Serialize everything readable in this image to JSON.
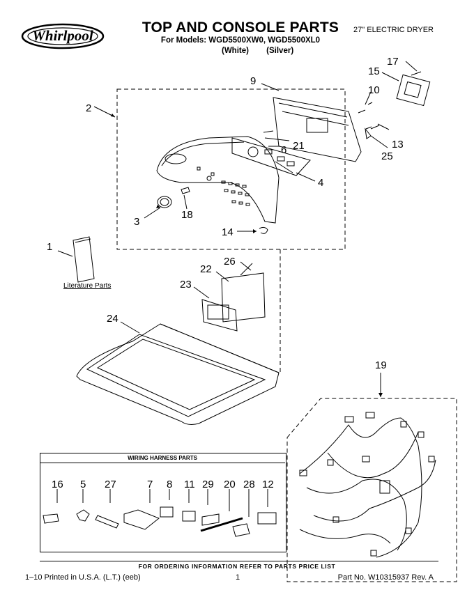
{
  "header": {
    "brand": "Whirlpool",
    "title": "TOP AND CONSOLE PARTS",
    "models_line": "For Models: WGD5500XW0, WGD5500XL0",
    "variant_white": "(White)",
    "variant_silver": "(Silver)",
    "appliance_type": "27\" ELECTRIC DRYER"
  },
  "callouts": {
    "c1": "1",
    "c2": "2",
    "c3": "3",
    "c4": "4",
    "c5": "5",
    "c6": "6",
    "c7": "7",
    "c8": "8",
    "c9": "9",
    "c10": "10",
    "c11": "11",
    "c12": "12",
    "c13": "13",
    "c14": "14",
    "c15": "15",
    "c16": "16",
    "c17": "17",
    "c18": "18",
    "c19": "19",
    "c20": "20",
    "c21": "21",
    "c22": "22",
    "c23": "23",
    "c24": "24",
    "c25": "25",
    "c26": "26",
    "c27": "27",
    "c28": "28",
    "c29": "29"
  },
  "literature_link": "Literature Parts",
  "harness_box_title": "WIRING HARNESS PARTS",
  "footer": {
    "order_note": "FOR ORDERING INFORMATION REFER TO PARTS PRICE LIST",
    "print_info": "1–10 Printed in U.S.A. (L.T.) (eeb)",
    "page_number": "1",
    "part_number": "Part No. W10315937 Rev. A"
  },
  "icons": [
    "whirlpool-logo-icon"
  ]
}
